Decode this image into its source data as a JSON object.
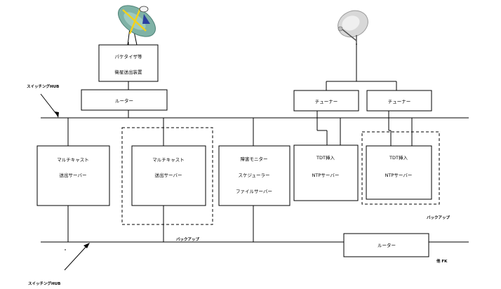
{
  "diagram": {
    "satellite_box": [
      "パケタイザ等",
      "衛星送出装置"
    ],
    "router_top": "ルーター",
    "tuner_1": "チューナー",
    "tuner_2": "チューナー",
    "server_multicast_1": [
      "マルチキャスト",
      "送出サーバー"
    ],
    "server_multicast_2": [
      "マルチキャスト",
      "送出サーバー"
    ],
    "server_monitor": [
      "障害モニター",
      "スケジューラー",
      "ファイルサーバー"
    ],
    "server_tdt_1": [
      "TDT挿入",
      "NTPサーバー"
    ],
    "server_tdt_2": [
      "TDT挿入",
      "NTPサーバー"
    ],
    "router_bottom": "ルーター",
    "label_hub_top": "スイッチングHUB",
    "label_hub_bottom": "スイッチングHUB",
    "label_backup_1": "バックアップ",
    "label_backup_2": "バックアップ",
    "label_small": "他 FK",
    "colors": {
      "dish_primary": "#7fb2a6",
      "dish_feed": "#f2d21a",
      "dish_secondary": "#d8d8d8"
    }
  }
}
